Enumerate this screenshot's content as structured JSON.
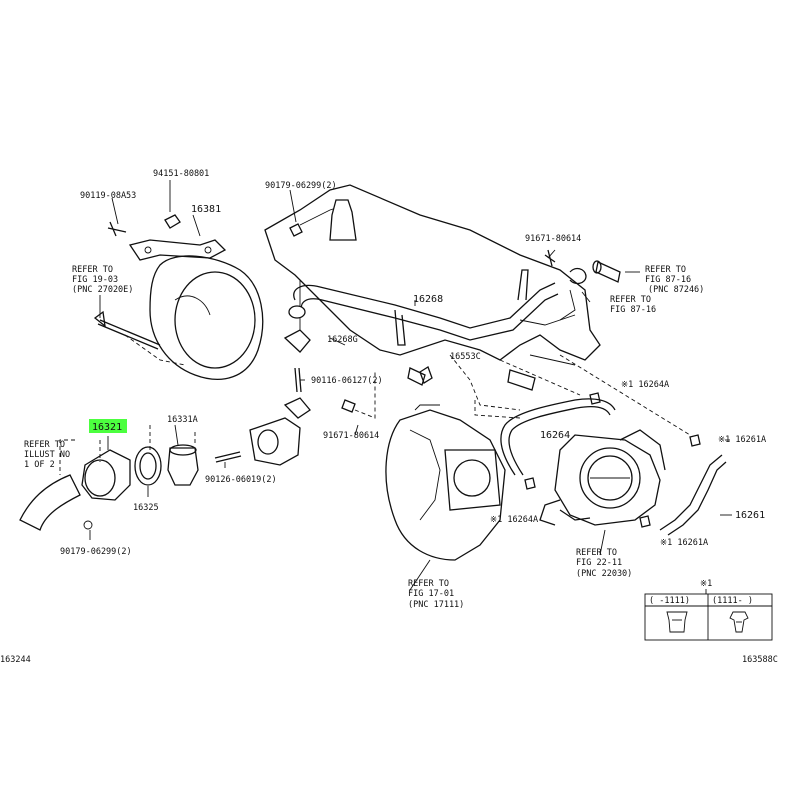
{
  "highlight_color": "#4cff3f",
  "parts": {
    "p94151": "94151-80801",
    "p90119": "90119-08A53",
    "p16381": "16381",
    "p90179_top": "90179-06299(2)",
    "p91671_top": "91671-80614",
    "p16268": "16268",
    "p16268g": "16268G",
    "p16553c": "16553C",
    "p90116": "90116-06127(2)",
    "p91671_mid": "91671-80614",
    "p16264a_top": "※1 16264A",
    "p16264": "16264",
    "p16261a_top": "※1 16261A",
    "p16261": "16261",
    "p16264a_bot": "※1 16264A",
    "p16261a_bot": "※1 16261A",
    "p16321": "16321",
    "p16331a": "16331A",
    "p16325": "16325",
    "p90126": "90126-06019(2)",
    "p90179_bot": "90179-06299(2)"
  },
  "refs": {
    "r19_l1": "REFER TO",
    "r19_l2": "FIG 19-03",
    "r19_l3": "(PNC 27020E)",
    "r87a_l1": "REFER TO",
    "r87a_l2": "FIG 87-16",
    "r87a_l3": "(PNC 87246)",
    "r87b_l1": "REFER TO",
    "r87b_l2": "FIG 87-16",
    "r17_l1": "REFER TO",
    "r17_l2": "FIG 17-01",
    "r17_l3": "(PNC 17111)",
    "r22_l1": "REFER TO",
    "r22_l2": "FIG 22-11",
    "r22_l3": "(PNC 22030)",
    "rill_l1": "REFER TO",
    "rill_l2": "ILLUST NO",
    "rill_l3": "1 OF 2"
  },
  "legend": {
    "marker": "※1",
    "col1": "(   -1111)",
    "col2": "(1111-   )"
  },
  "footer": {
    "left_code": "163244",
    "right_code": "163588C"
  }
}
